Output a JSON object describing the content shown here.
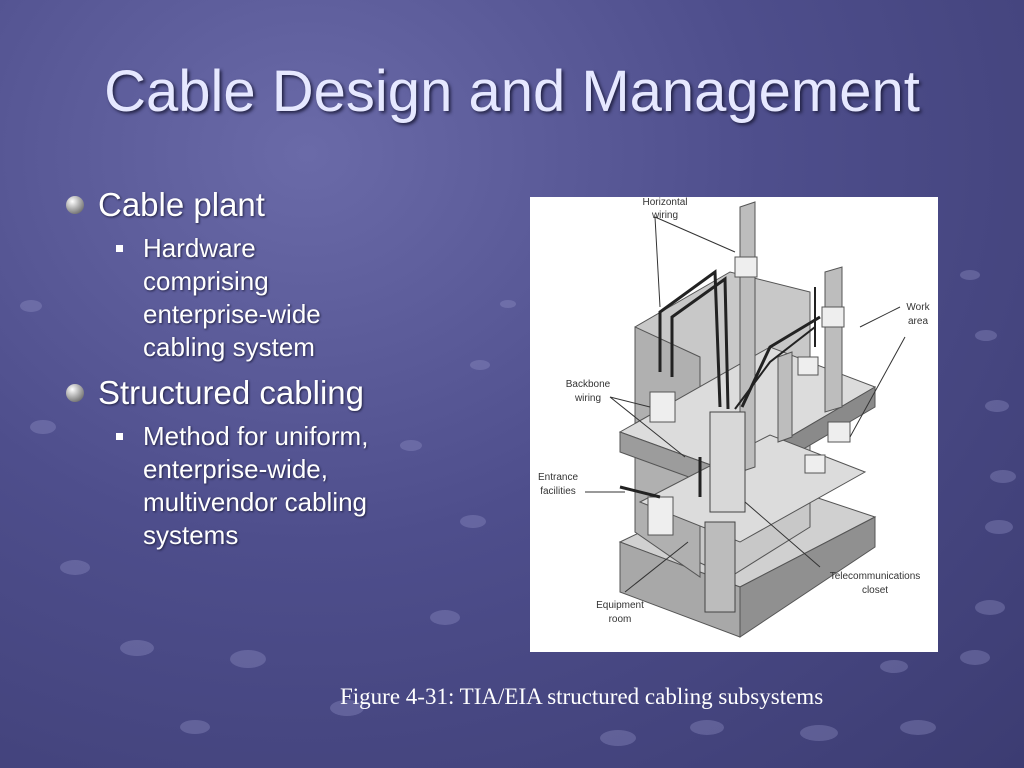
{
  "slide": {
    "title": "Cable Design and Management",
    "bullets": [
      {
        "text": "Cable plant",
        "sub": [
          "Hardware comprising enterprise-wide cabling system"
        ]
      },
      {
        "text": "Structured cabling",
        "sub": [
          "Method for uniform, enterprise-wide, multivendor cabling systems"
        ]
      }
    ],
    "caption": "Figure 4-31: TIA/EIA structured cabling subsystems"
  },
  "figure": {
    "labels": {
      "horizontal_1": "Horizontal",
      "horizontal_2": "wiring",
      "work_1": "Work",
      "work_2": "area",
      "backbone_1": "Backbone",
      "backbone_2": "wiring",
      "entrance_1": "Entrance",
      "entrance_2": "facilities",
      "telecom_1": "Telecommunications",
      "telecom_2": "closet",
      "equipment_1": "Equipment",
      "equipment_2": "room"
    }
  },
  "colors": {
    "background": "#4e4e8c",
    "title": "#e6e8ff",
    "text": "#ffffff"
  }
}
